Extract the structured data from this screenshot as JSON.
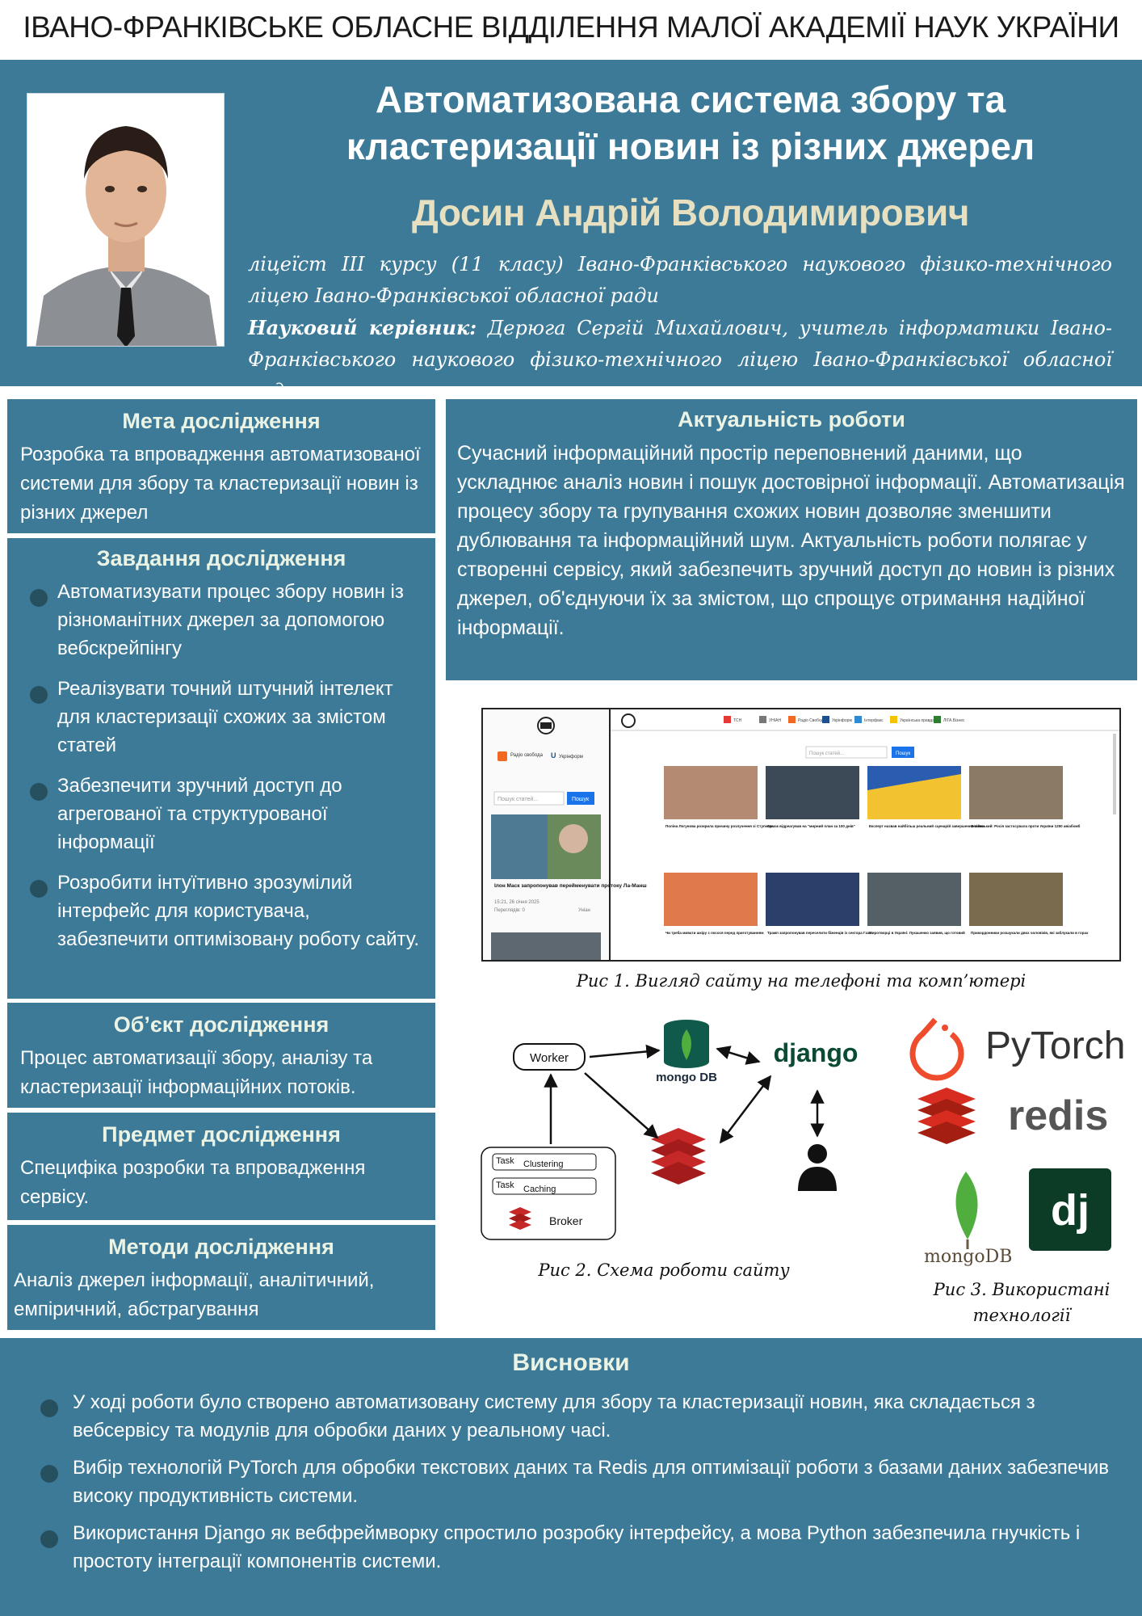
{
  "header": {
    "title": "ІВАНО-ФРАНКІВСЬКЕ ОБЛАСНЕ ВІДДІЛЕННЯ МАЛОЇ АКАДЕМІЇ НАУК УКРАЇНИ"
  },
  "hero": {
    "title_line1": "Автоматизована система збору та",
    "title_line2": "кластеризації новин із різних джерел",
    "author": "Досин Андрій Володимирович",
    "affiliation": "ліцеїст ІІІ курсу (11 класу) Івано-Франківського наукового фізико-технічного ліцею Івано-Франківської обласної ради",
    "supervisor_label": "Науковий керівник:",
    "supervisor": "Дерюга Сергій Михайлович, учитель інформатики Івано-Франківського наукового фізико-технічного ліцею Івано-Франківської обласної ради"
  },
  "goal": {
    "heading": "Мета дослідження",
    "text": "Розробка та впровадження автоматизованої системи для збору та кластеризації новин із різних джерел"
  },
  "tasks": {
    "heading": "Завдання дослідження",
    "items": [
      "Автоматизувати процес збору новин із різноманітних джерел за допомогою вебскрейпінгу",
      "Реалізувати точний штучний інтелект для кластеризації схожих за змістом статей",
      "Забезпечити зручний доступ до агрегованої та структурованої інформації",
      "Розробити інтуїтивно зрозумілий інтерфейс для користувача, забезпечити оптимізовану роботу сайту."
    ]
  },
  "object": {
    "heading": "Об’єкт дослідження",
    "text": "Процес автоматизації збору, аналізу та кластеризації інформаційних потоків."
  },
  "subject": {
    "heading": "Предмет дослідження",
    "text": "Специфіка розробки та впровадження сервісу."
  },
  "methods": {
    "heading": "Методи дослідження",
    "text": "Аналіз джерел інформації, аналітичний, емпіричний, абстрагування"
  },
  "relevance": {
    "heading": "Актуальність роботи",
    "text": "Сучасний інформаційний простір переповнений даними, що ускладнює аналіз новин і пошук достовірної інформації. Автоматизація процесу збору та групування схожих новин дозволяє зменшити дублювання та інформаційний шум. Актуальність роботи полягає у створенні сервісу, який забезпечить зручний доступ до новин із різних джерел, об'єднуючи їх за змістом, що спрощує отримання надійної інформації."
  },
  "figures": {
    "fig1_caption": "Рис 1. Вигляд сайту на  телефоні та комп’ютері",
    "fig2_caption": "Рис 2. Схема роботи сайту",
    "fig3_caption_line1": "Рис 3. Використані",
    "fig3_caption_line2": "технології",
    "mobile": {
      "search_placeholder": "Пошук статей...",
      "search_button": "Пошук",
      "source1": "Радіо свобода",
      "source2": "Укрінформ",
      "card_title": "Ілон Маск запропонував перейменувати протоку Ла-Манш",
      "card_date": "15:21, 26 січня 2025",
      "card_views": "Переглядів: 0",
      "card_source": "Уніан"
    },
    "desktop": {
      "search_placeholder": "Пошук статей...",
      "search_button": "Пошук",
      "sources": [
        "ТСН",
        "УНІАН",
        "Радіо Свобода",
        "Укрінформ",
        "Інтерфакс",
        "Українська правда",
        "ЛІГА.Бізнес"
      ],
      "cards": [
        "Поліна Логунова розкрила причину розлучення зі Ступкою",
        "Єрмак відреагував на \"мирний план за 100 днів\"",
        "Експерт назвав найбільш реальний сценарій завершення війни",
        "Зеленський: Росія застосувала проти України 1250 авіабомб",
        "Чи треба мивати шкіру з лосося перед приготуванням",
        "Трамп запропонував переселити біженців із сектора Газа",
        "Миротворці в Україні: Лукашенко заявив, що готовий",
        "Прикордонники розшукали двох чоловіків, які заблукали в горах"
      ]
    },
    "diagram": {
      "worker": "Worker",
      "task1_label": "Task",
      "task1_name": "Clustering",
      "task2_label": "Task",
      "task2_name": "Caching",
      "broker": "Broker",
      "mongo": "mongo DB",
      "django": "django"
    },
    "tech": {
      "pytorch": "PyTorch",
      "redis": "redis",
      "mongodb": "mongoDB",
      "django": "dj"
    }
  },
  "conclusions": {
    "heading": "Висновки",
    "items": [
      "У ході роботи було створено автоматизовану систему для збору та кластеризації новин, яка складається з вебсервісу та модулів для обробки даних у реальному часі.",
      "Вибір технологій PyTorch для обробки текстових даних та Redis для оптимізації роботи з базами даних забезпечив високу продуктивність системи.",
      "Використання Django як вебфреймворку спростило розробку інтерфейсу, а мова Python забезпечила гнучкість і простоту інтеграції компонентів системи."
    ]
  },
  "colors": {
    "panel": "#3d7a98",
    "heading_tint": "#eaf3e4",
    "author": "#e6e0c0",
    "bullet": "#27505f"
  }
}
